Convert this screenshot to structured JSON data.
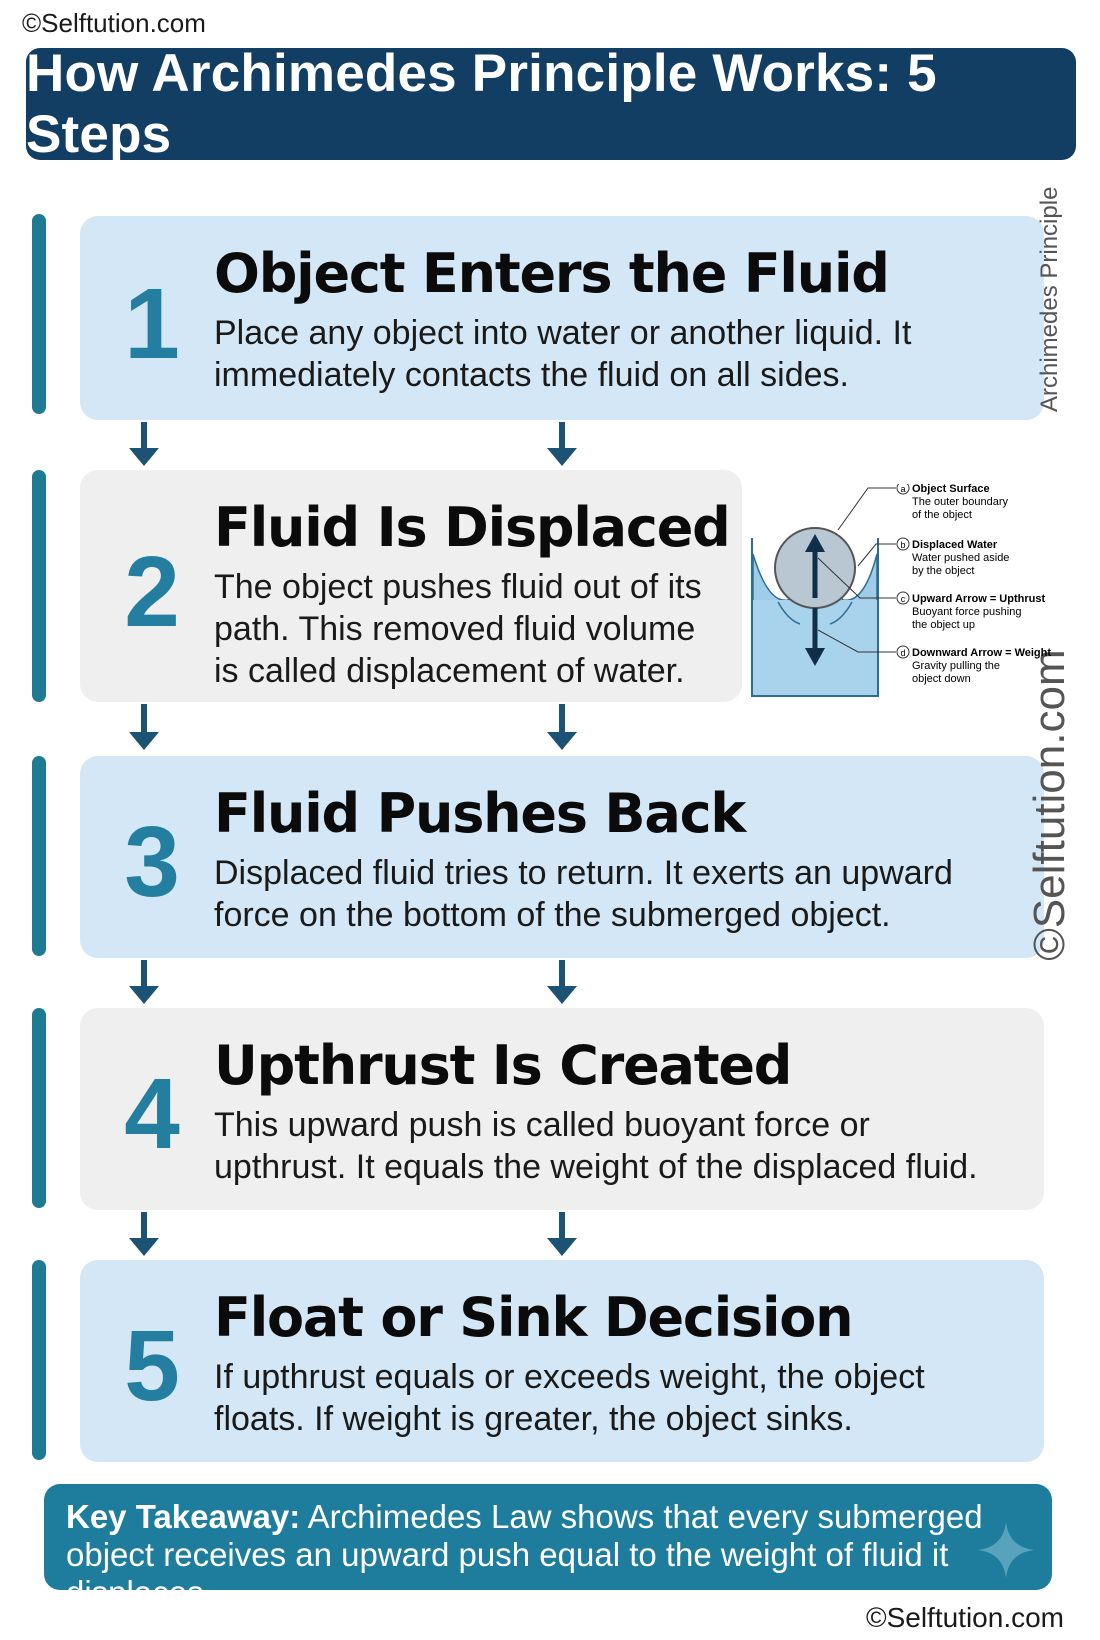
{
  "copyright": "©Selftution.com",
  "header": {
    "title": "How Archimedes Principle Works: 5 Steps"
  },
  "side_caption": "Archimedes Principle",
  "side_watermark": "©Selftution.com",
  "steps": [
    {
      "number": "1",
      "title": "Object Enters the Fluid",
      "lines": [
        "Place any object into water or another liquid. It",
        "immediately contacts the fluid on all sides."
      ]
    },
    {
      "number": "2",
      "title": "Fluid Is Displaced",
      "lines": [
        "The object pushes fluid out of its",
        "path. This removed fluid volume",
        "is called displacement of water."
      ]
    },
    {
      "number": "3",
      "title": "Fluid Pushes Back",
      "lines": [
        "Displaced fluid tries to return. It exerts an upward",
        "force on the bottom of the submerged object."
      ]
    },
    {
      "number": "4",
      "title": "Upthrust Is Created",
      "lines": [
        "This upward push is called buoyant force or",
        "upthrust. It equals the weight of the displaced fluid."
      ]
    },
    {
      "number": "5",
      "title": "Float or Sink Decision",
      "lines": [
        "If upthrust equals or exceeds weight, the object",
        "floats. If weight is greater, the object sinks."
      ]
    }
  ],
  "diagram": {
    "labels": [
      {
        "marker": "a",
        "title": "Object Surface",
        "lines": [
          "The outer boundary",
          "of the object"
        ]
      },
      {
        "marker": "b",
        "title": "Displaced Water",
        "lines": [
          "Water pushed aside",
          "by the object"
        ]
      },
      {
        "marker": "c",
        "title": "Upward Arrow = Upthrust",
        "lines": [
          "Buoyant force pushing",
          "the object up"
        ]
      },
      {
        "marker": "d",
        "title": "Downward Arrow = Weight",
        "lines": [
          "Gravity pulling the",
          "object down"
        ]
      }
    ]
  },
  "takeaway": {
    "label": "Key Takeaway:",
    "text": "Archimedes Law shows that every submerged object receives an upward push equal to the weight of fluid it displaces."
  },
  "colors": {
    "banner": "#113e62",
    "accent": "#1f7a94",
    "number": "#237ea0",
    "card_blue": "#d3e7f6",
    "card_gray": "#efefef",
    "arrow": "#1c5273"
  }
}
